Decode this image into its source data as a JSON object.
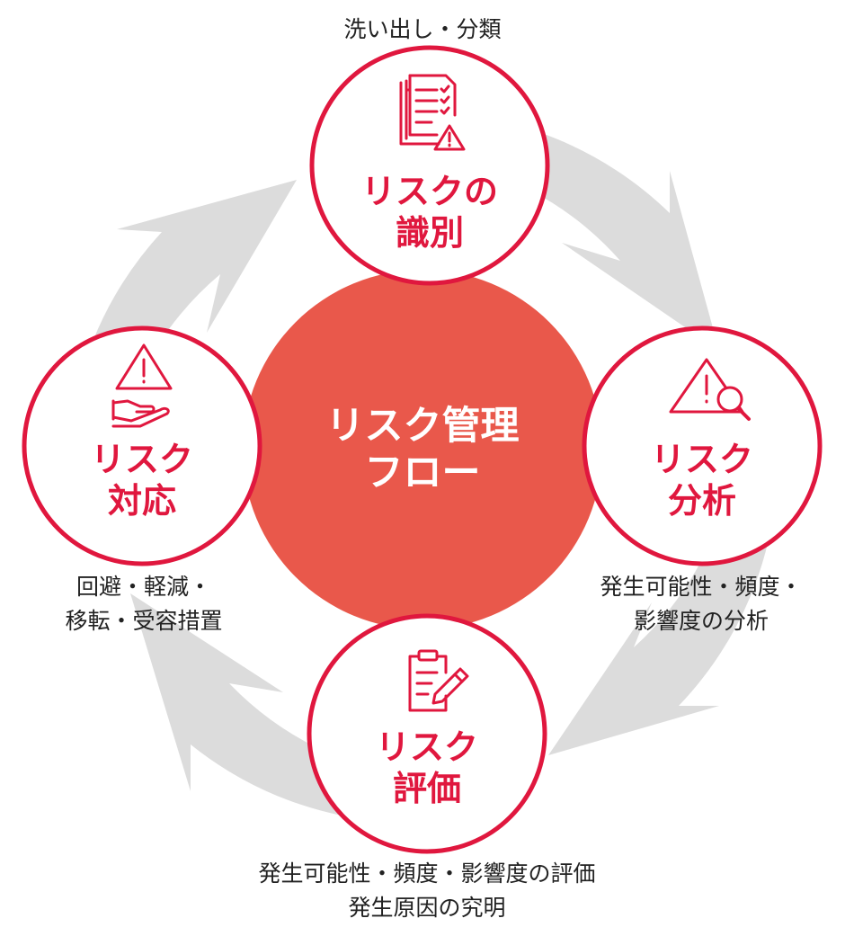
{
  "colors": {
    "accent": "#e0173e",
    "center_fill": "#e9584b",
    "ring_gray": "#dcdcdc",
    "text": "#222222",
    "white": "#ffffff"
  },
  "center": {
    "line1": "リスク管理",
    "line2": "フロー"
  },
  "nodes": {
    "identify": {
      "icon": "document-warning-icon",
      "line1": "リスクの",
      "line2": "識別"
    },
    "analyze": {
      "icon": "warning-magnifier-icon",
      "line1": "リスク",
      "line2": "分析"
    },
    "evaluate": {
      "icon": "clipboard-pen-icon",
      "line1": "リスク",
      "line2": "評価"
    },
    "respond": {
      "icon": "hand-warning-icon",
      "line1": "リスク",
      "line2": "対応"
    }
  },
  "captions": {
    "identify": [
      "洗い出し・分類"
    ],
    "analyze": [
      "発生可能性・頻度・",
      "影響度の分析"
    ],
    "evaluate": [
      "発生可能性・頻度・影響度の評価",
      "発生原因の究明"
    ],
    "respond": [
      "回避・軽減・",
      "移転・受容措置"
    ]
  }
}
